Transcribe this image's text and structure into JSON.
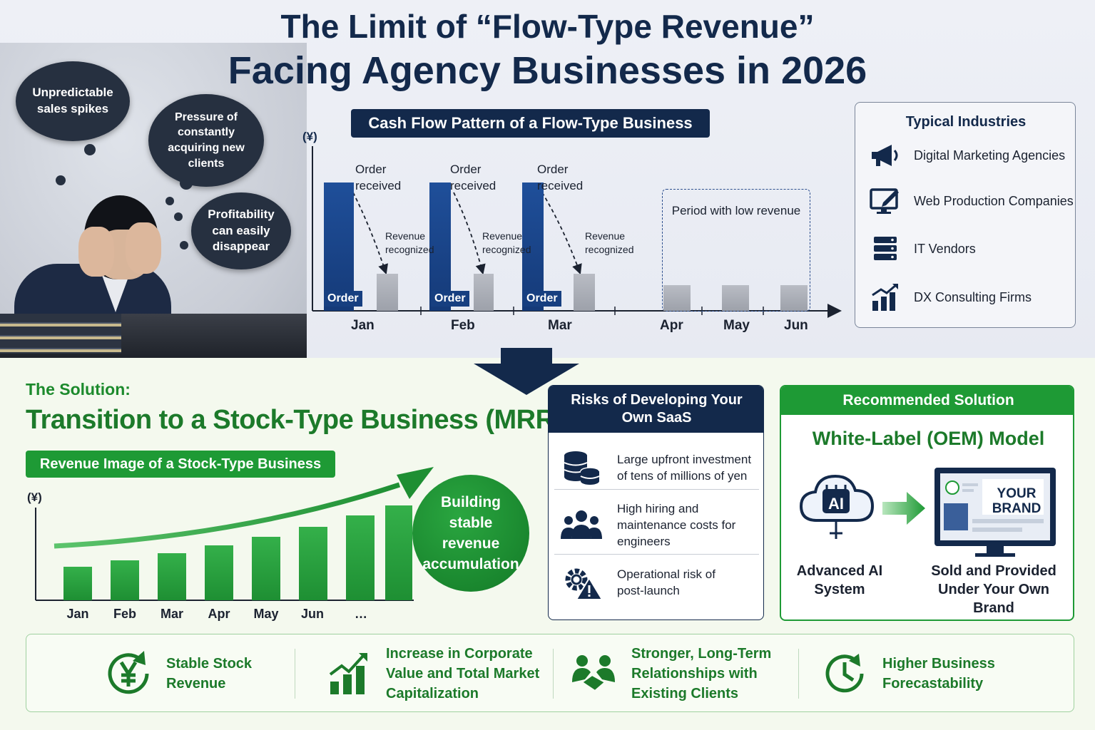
{
  "header": {
    "title_line1": "The Limit of “Flow-Type Revenue”",
    "title_line2": "Facing Agency Businesses in 2026"
  },
  "thoughts": [
    "Unpredictable sales spikes",
    "Pressure of constantly acquiring new clients",
    "Profitability can easily disappear"
  ],
  "flow_chart": {
    "title": "Cash Flow Pattern of a Flow-Type Business",
    "y_unit": "(¥)",
    "order_label": "Order",
    "order_received": "Order received",
    "revenue_recognized": "Revenue recognized",
    "low_period": "Period with low revenue",
    "months": [
      "Jan",
      "Feb",
      "Mar",
      "Apr",
      "May",
      "Jun"
    ]
  },
  "industries": {
    "title": "Typical Industries",
    "items": [
      {
        "label": "Digital Marketing Agencies",
        "icon": "megaphone-icon"
      },
      {
        "label": "Web Production Companies",
        "icon": "monitor-pen-icon"
      },
      {
        "label": "IT Vendors",
        "icon": "server-icon"
      },
      {
        "label": "DX Consulting Firms",
        "icon": "growth-chart-icon"
      }
    ]
  },
  "solution": {
    "label": "The Solution:",
    "title": "Transition to a Stock-Type Business (MRR)",
    "chart_title": "Revenue Image of a Stock-Type Business",
    "y_unit": "(¥)",
    "months": [
      "Jan",
      "Feb",
      "Mar",
      "Apr",
      "May",
      "Jun",
      "…"
    ],
    "circle_text": "Building stable revenue accumulation"
  },
  "risks": {
    "title": "Risks of Developing Your Own SaaS",
    "items": [
      {
        "text": "Large upfront investment of tens of millions of yen",
        "icon": "coins-icon"
      },
      {
        "text": "High hiring and maintenance costs for engineers",
        "icon": "team-icon"
      },
      {
        "text": "Operational risk of post-launch",
        "icon": "gear-warning-icon"
      }
    ]
  },
  "recommended": {
    "header": "Recommended Solution",
    "title": "White-Label (OEM) Model",
    "ai_badge": "AI",
    "brand_badge": "YOUR BRAND",
    "left_caption": "Advanced AI System",
    "right_caption": "Sold and Provided Under Your Own Brand"
  },
  "benefits": [
    {
      "text": "Stable Stock Revenue",
      "icon": "yen-cycle-icon"
    },
    {
      "text": "Increase in Corporate Value and Total Market Capitalization",
      "icon": "bar-growth-icon"
    },
    {
      "text": "Stronger, Long-Term Relationships with Existing Clients",
      "icon": "handshake-icon"
    },
    {
      "text": "Higher Business Forecastability",
      "icon": "clock-icon"
    }
  ],
  "colors": {
    "navy": "#13294b",
    "green": "#1e9a35",
    "gray_bar": "#a9adb6"
  }
}
